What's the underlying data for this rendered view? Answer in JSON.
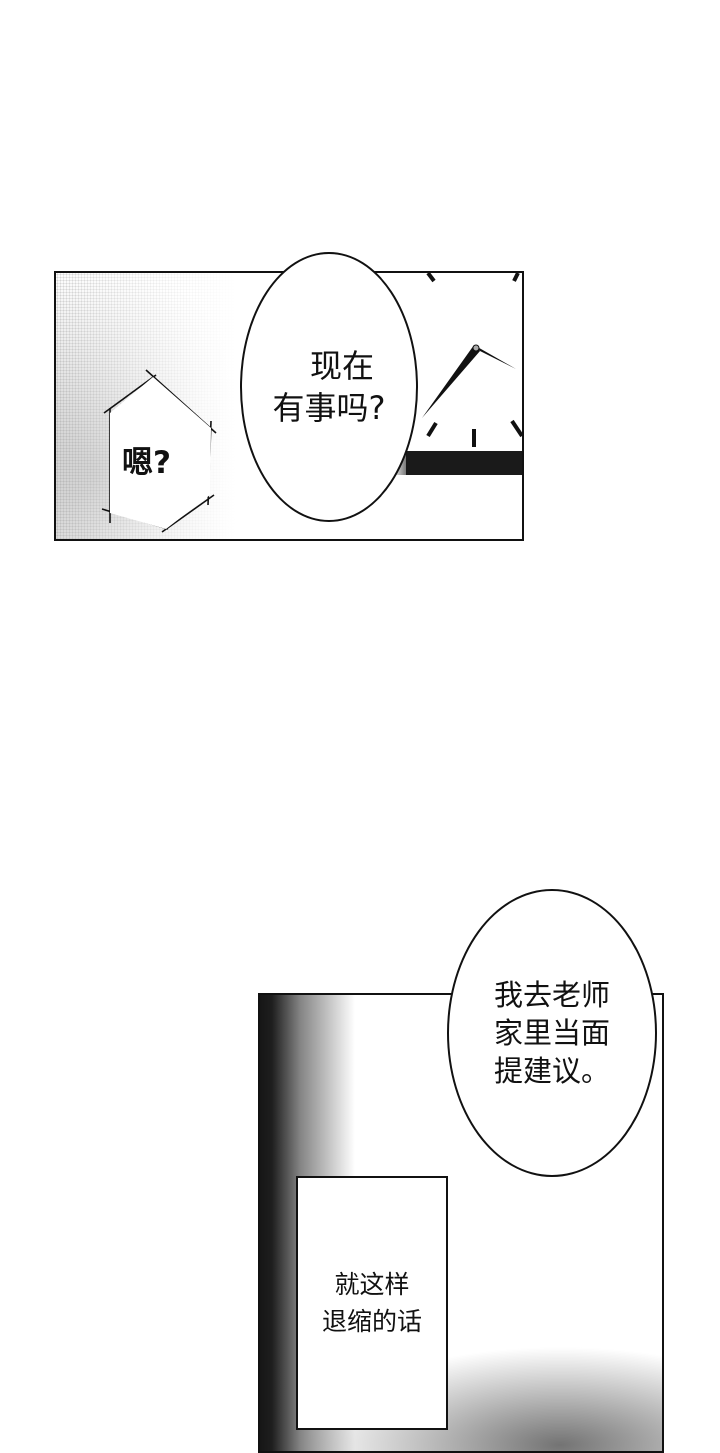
{
  "panels": [
    {
      "id": "panel-1",
      "scene": "clock on wall",
      "bubbles": [
        {
          "type": "speech-oval",
          "lines": [
            "现在",
            "有事吗?"
          ]
        },
        {
          "type": "hexagon-thought",
          "lines": [
            "嗯?"
          ]
        }
      ]
    },
    {
      "id": "panel-2",
      "bubbles": [
        {
          "type": "speech-oval",
          "lines": [
            "我去老师",
            "家里当面",
            "提建议。"
          ]
        }
      ],
      "narration": {
        "lines": [
          "就这样",
          "退缩的话"
        ]
      }
    }
  ],
  "colors": {
    "ink": "#111111",
    "paper": "#ffffff",
    "screentone": "#1a1a1a"
  }
}
